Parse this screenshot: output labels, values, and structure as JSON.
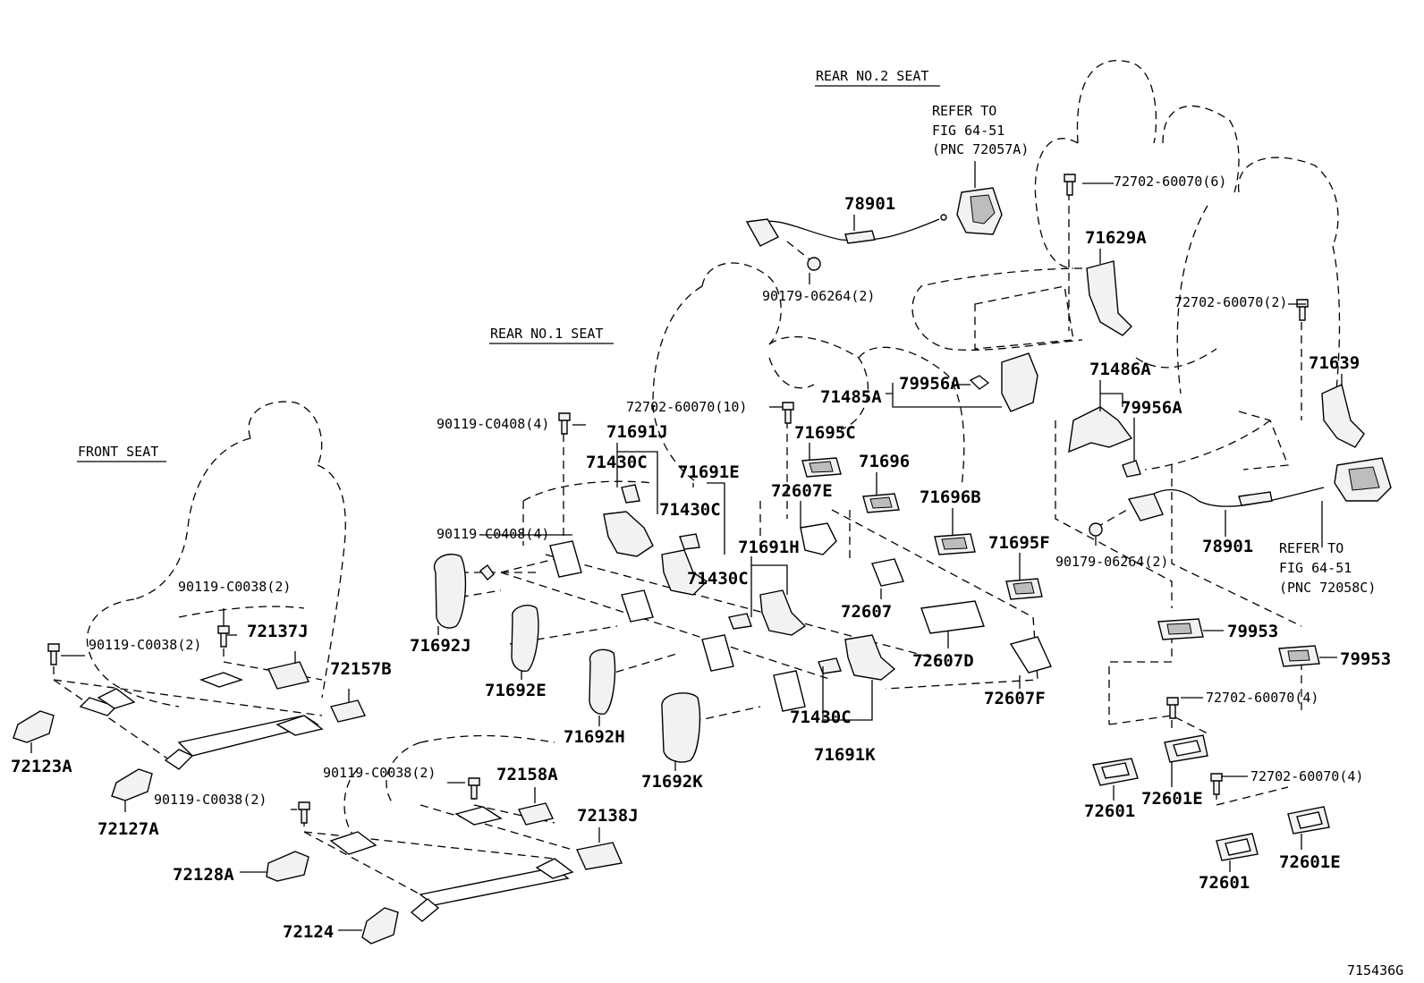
{
  "sections": {
    "rear_no2": "REAR NO.2 SEAT",
    "rear_no1": "REAR NO.1 SEAT",
    "front": "FRONT SEAT"
  },
  "refer_top": [
    "REFER TO",
    "FIG 64-51",
    "(PNC 72057A)"
  ],
  "refer_right": [
    "REFER TO",
    "FIG 64-51",
    "(PNC 72058C)"
  ],
  "labels": {
    "p78901_top": "78901",
    "p78901_right": "78901",
    "p90179_top": "90179-06264(2)",
    "p90179_right": "90179-06264(2)",
    "p72702_6": "72702-60070(6)",
    "p72702_2": "72702-60070(2)",
    "p72702_10": "72702-60070(10)",
    "p72702_4a": "72702-60070(4)",
    "p72702_4b": "72702-60070(4)",
    "p71629A": "71629A",
    "p71639": "71639",
    "p71486A": "71486A",
    "p79956A_right": "79956A",
    "p71485A": "71485A",
    "p79956A_mid": "79956A",
    "p90119_c0408_top": "90119-C0408(4)",
    "p90119_c0408_mid": "90119-C0408(4)",
    "p71691J": "71691J",
    "p71430C_a": "71430C",
    "p71691E": "71691E",
    "p71430C_b": "71430C",
    "p71691H": "71691H",
    "p71430C_c": "71430C",
    "p71430C_d": "71430C",
    "p71691K": "71691K",
    "p71695C": "71695C",
    "p72607E": "72607E",
    "p71696": "71696",
    "p71696B": "71696B",
    "p71695F": "71695F",
    "p72607": "72607",
    "p72607D": "72607D",
    "p72607F": "72607F",
    "p71692J": "71692J",
    "p71692E": "71692E",
    "p71692H": "71692H",
    "p71692K": "71692K",
    "p79953_a": "79953",
    "p79953_b": "79953",
    "p72601_a": "72601",
    "p72601E_a": "72601E",
    "p72601_b": "72601",
    "p72601E_b": "72601E",
    "p90119_c0038_a": "90119-C0038(2)",
    "p90119_c0038_b": "90119-C0038(2)",
    "p90119_c0038_c": "90119-C0038(2)",
    "p90119_c0038_d": "90119-C0038(2)",
    "p72137J": "72137J",
    "p72157B": "72157B",
    "p72123A": "72123A",
    "p72127A": "72127A",
    "p72158A": "72158A",
    "p72138J": "72138J",
    "p72128A": "72128A",
    "p72124": "72124"
  },
  "figure_id": "715436G"
}
